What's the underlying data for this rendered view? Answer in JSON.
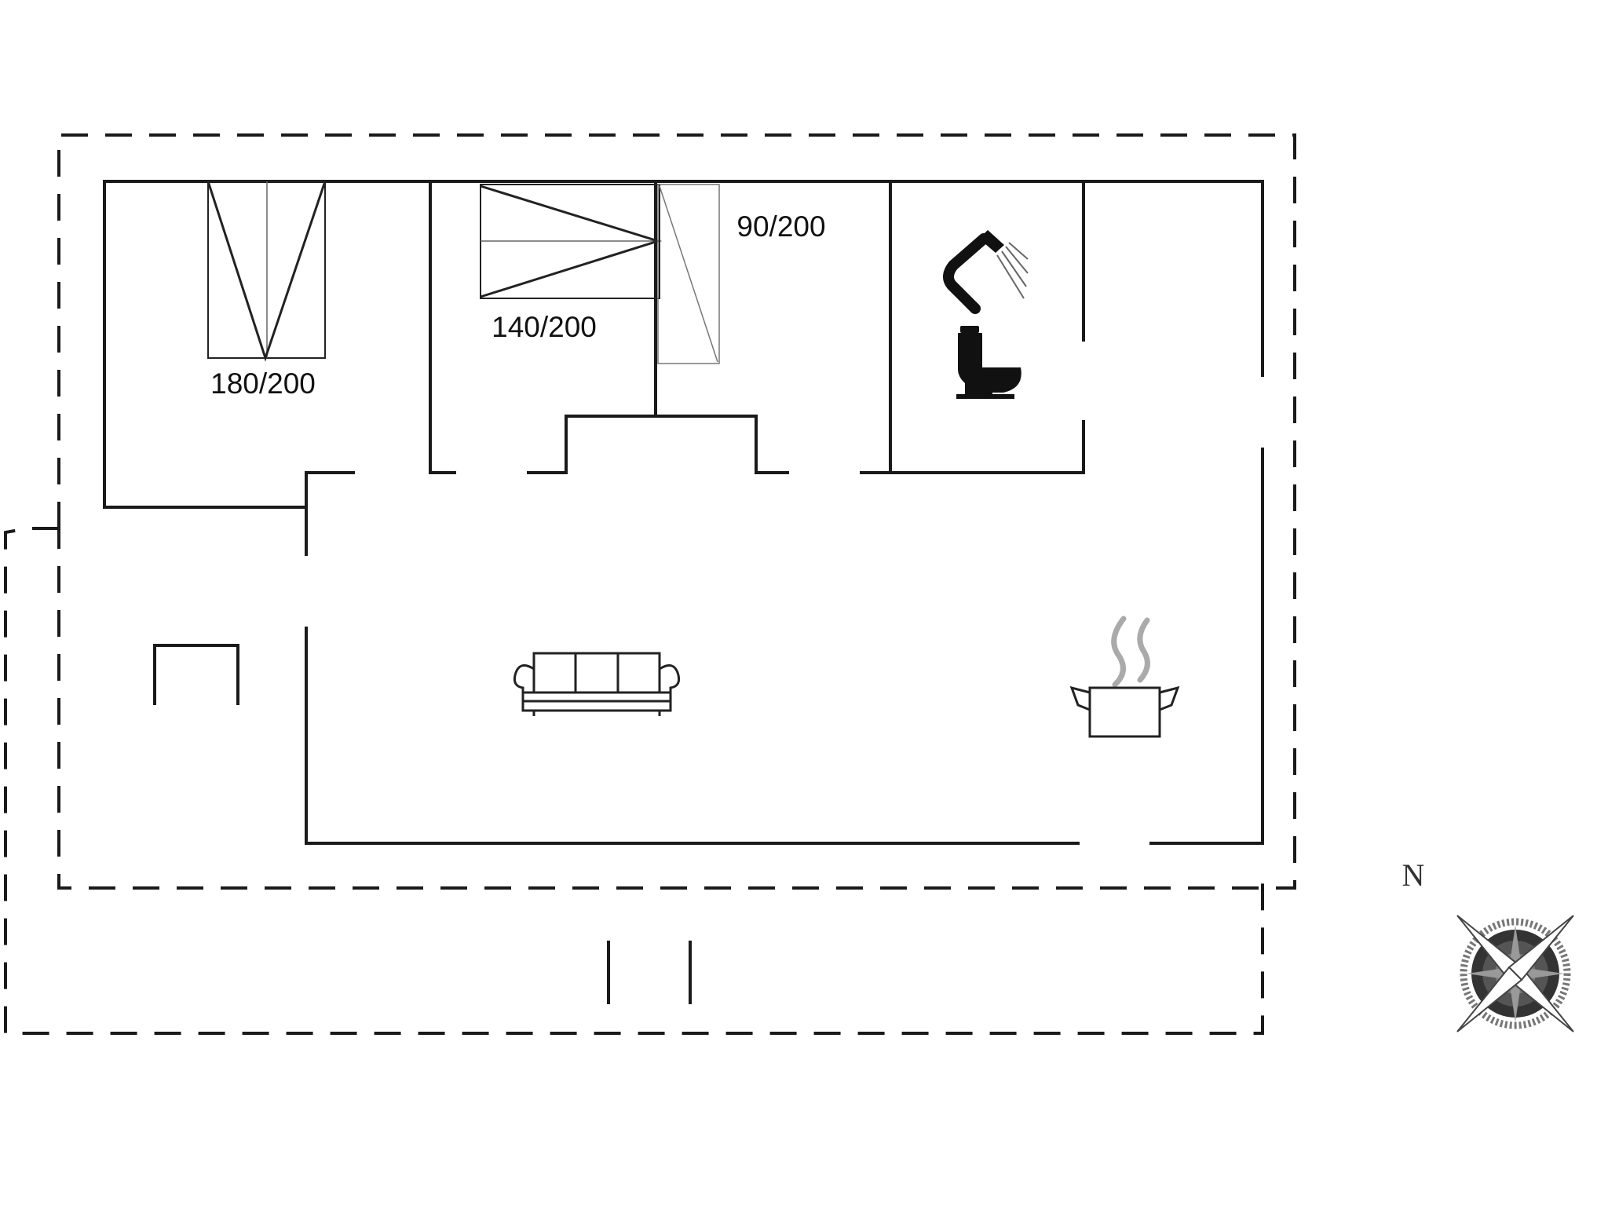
{
  "floorplan": {
    "beds": {
      "master": "180/200",
      "double": "140/200",
      "single": "90/200"
    },
    "compass": {
      "north": "N"
    },
    "icons": {
      "bed_master": "double-bed-icon",
      "bed_double": "double-bed-icon",
      "bed_single": "single-bed-icon",
      "shower": "shower-icon",
      "toilet": "toilet-icon",
      "sofa": "sofa-icon",
      "kitchen": "cooking-pot-icon",
      "compass": "compass-rose-icon"
    },
    "colors": {
      "wall": "#1a1a1a",
      "fixture": "#111111",
      "steam": "#aaaaaa"
    }
  }
}
